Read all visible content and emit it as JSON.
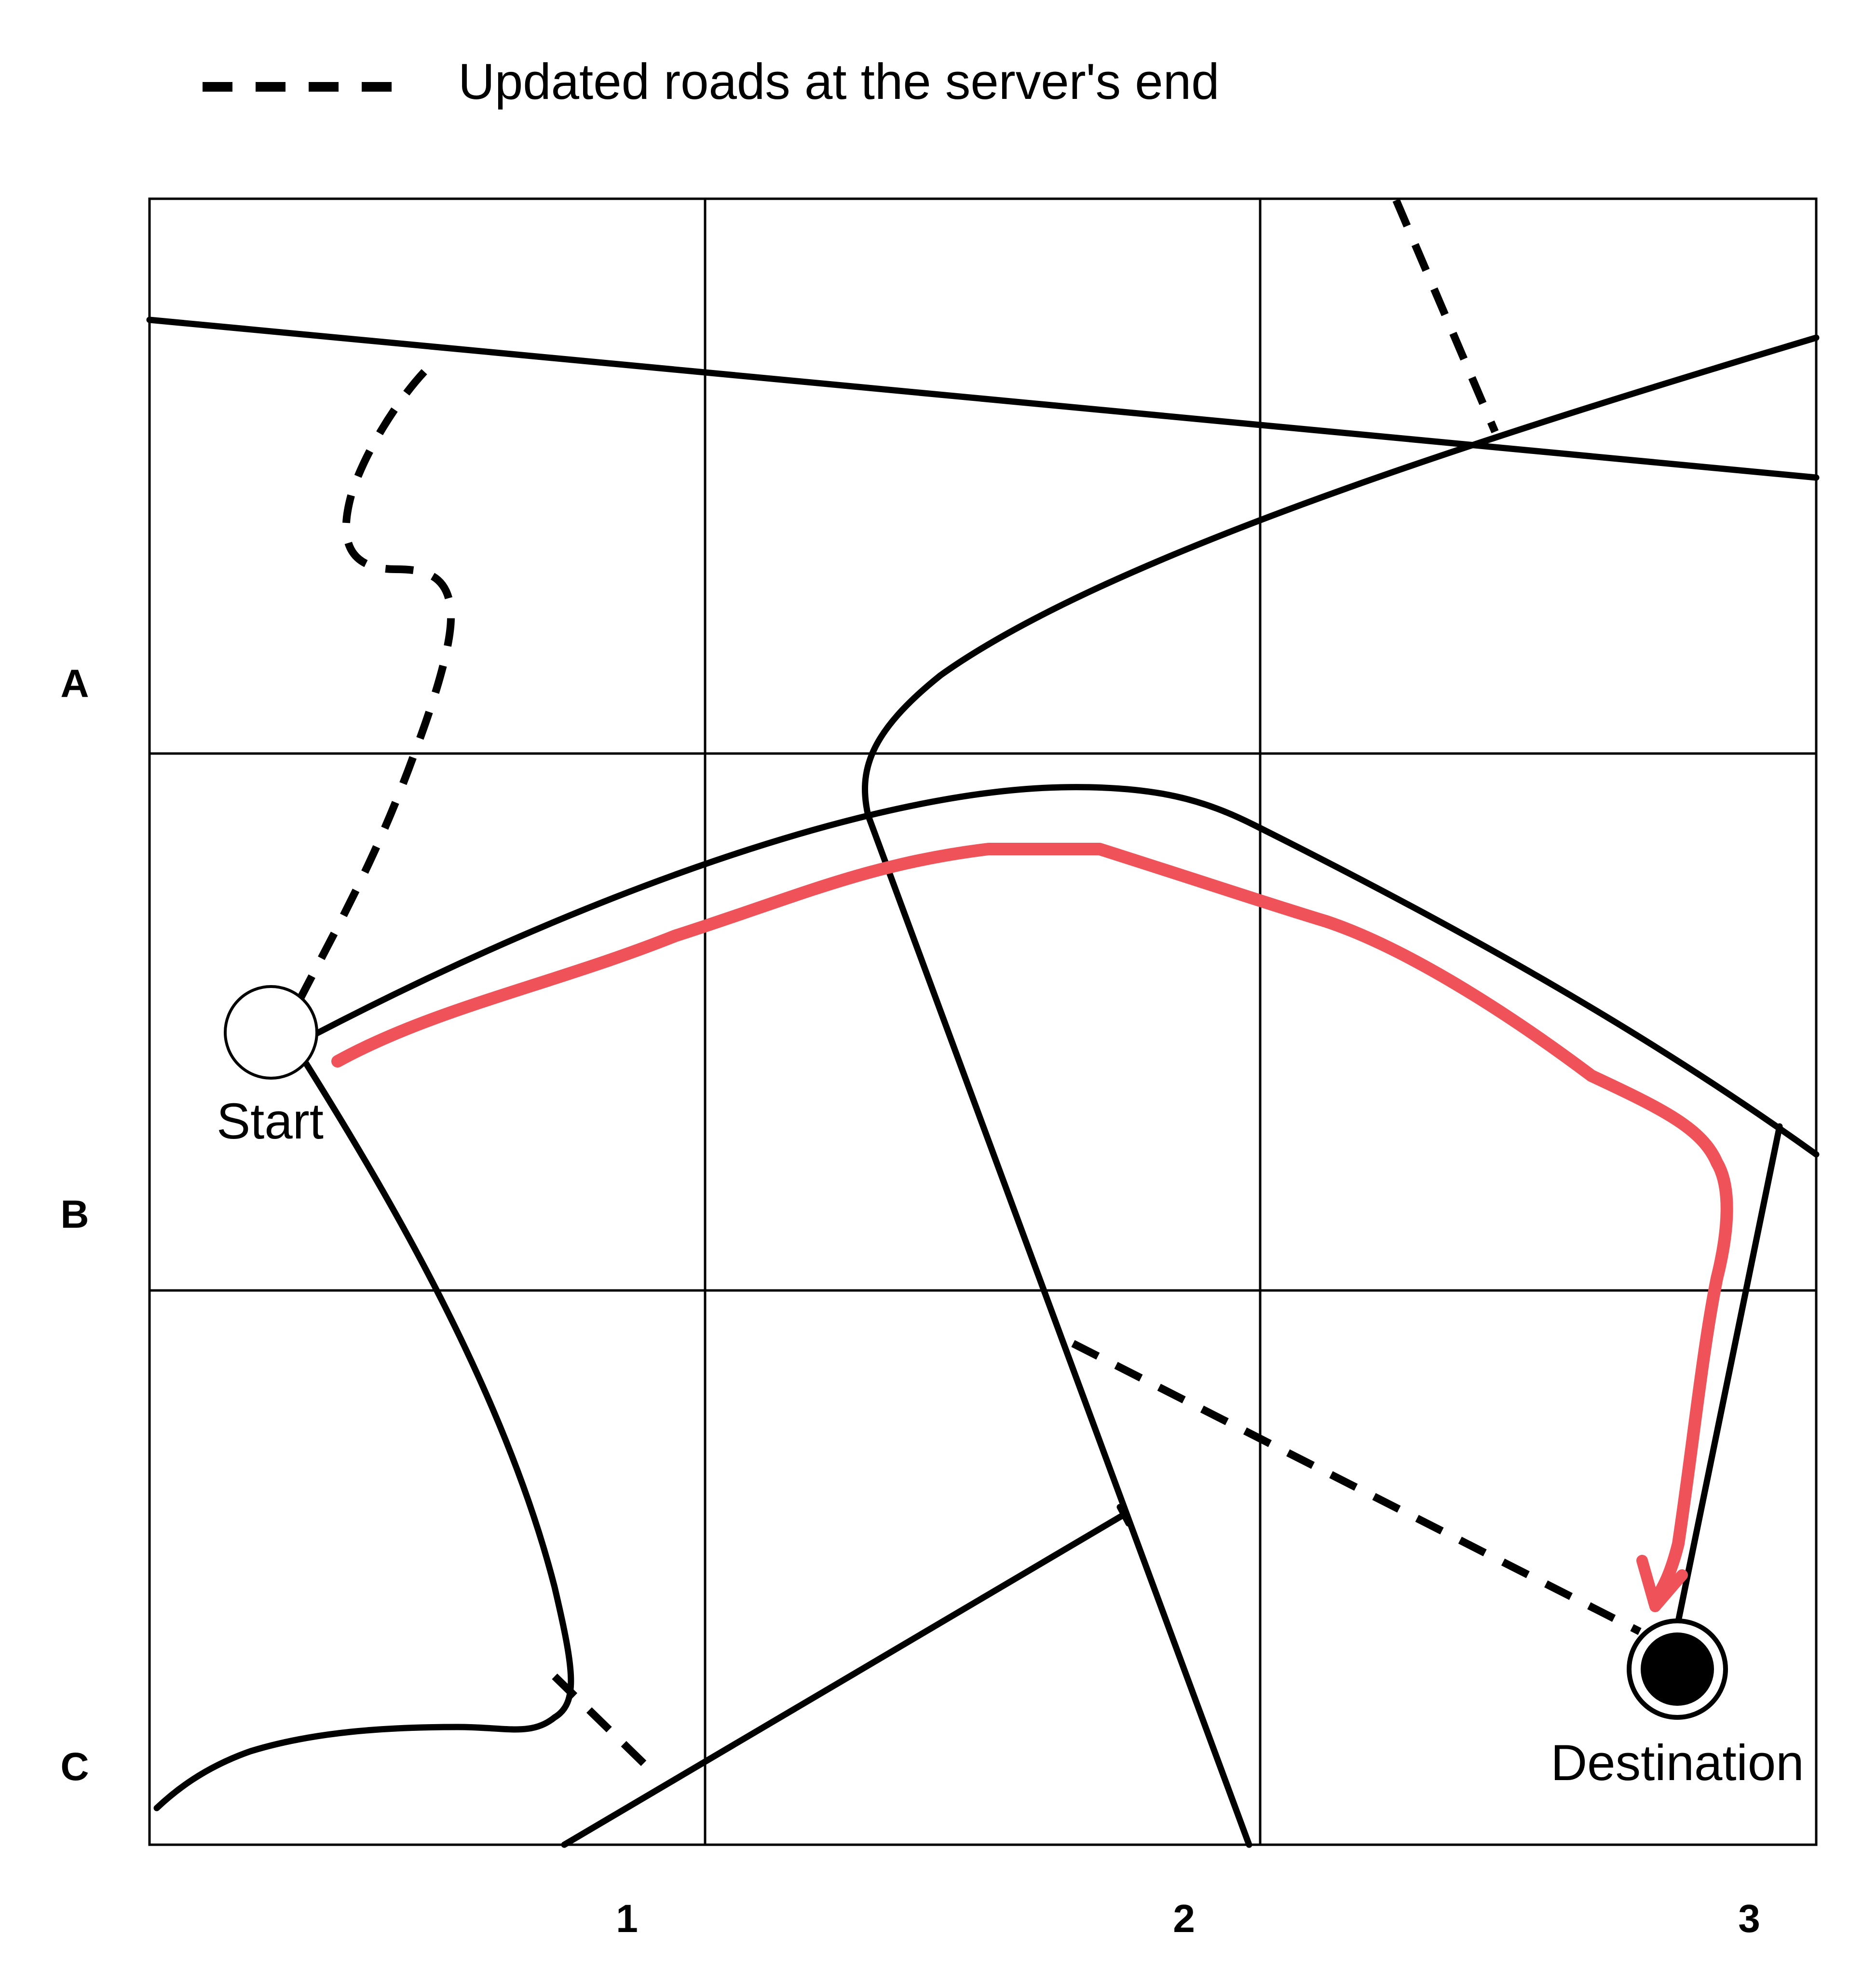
{
  "legend": {
    "dashed_label": "Updated roads at the server's end"
  },
  "grid": {
    "row_labels": [
      "A",
      "B",
      "C"
    ],
    "column_labels": [
      "1",
      "2",
      "3"
    ]
  },
  "markers": {
    "start_label": "Start",
    "destination_label": "Destination"
  },
  "colors": {
    "road": "#000000",
    "route": "#f0525a",
    "start_fill": "#ffffff",
    "destination_fill": "#000000"
  }
}
